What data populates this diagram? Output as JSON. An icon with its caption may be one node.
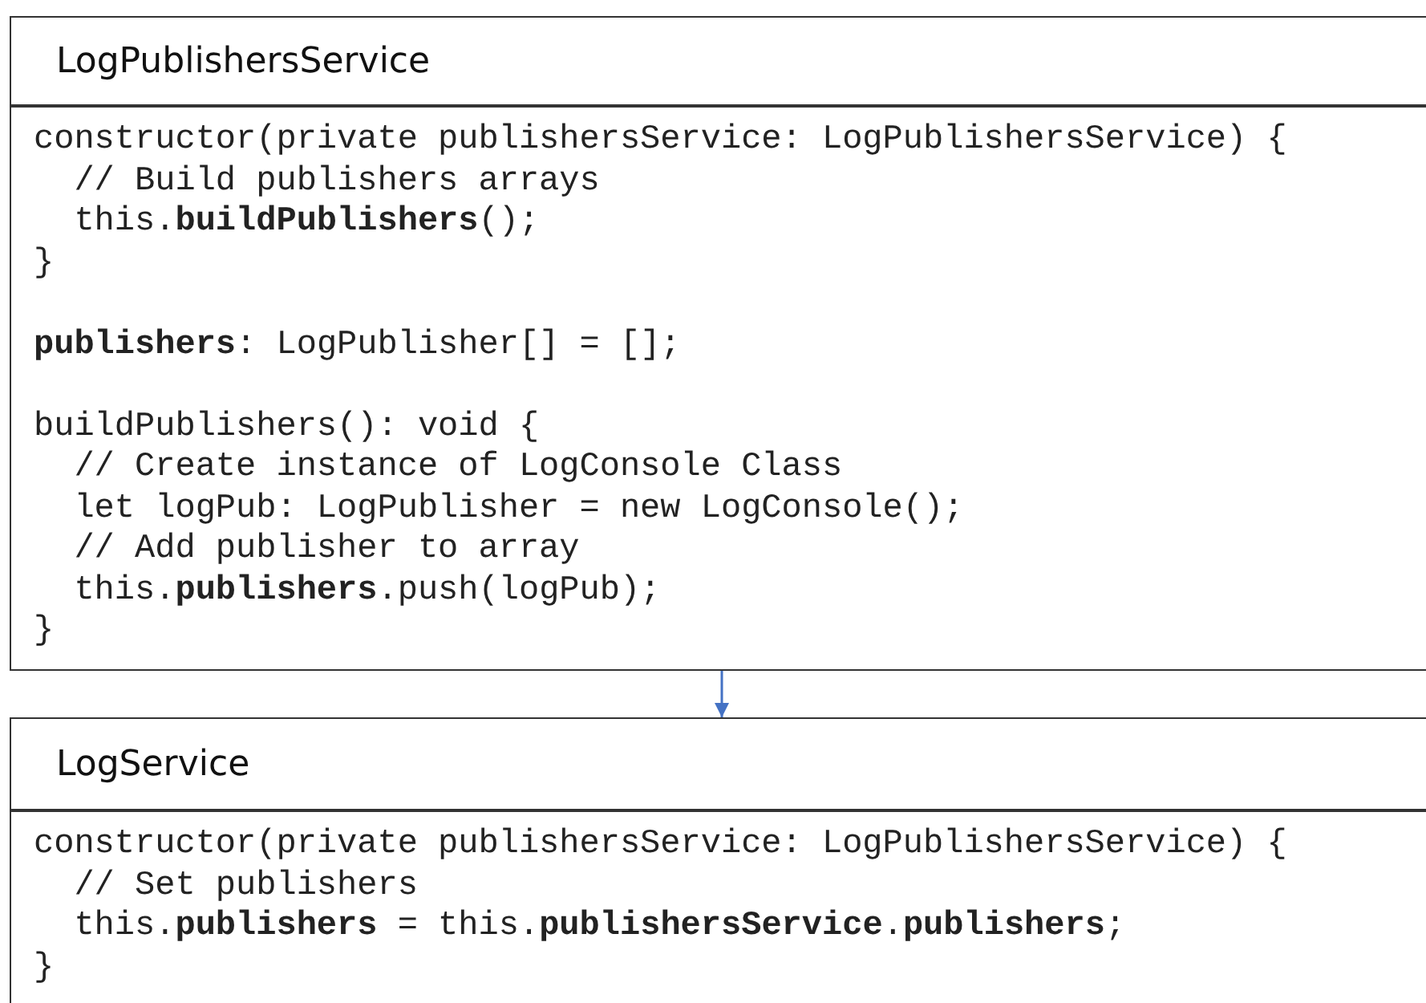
{
  "diagram": {
    "nodes": [
      {
        "text": [
          "LogPublishersService"
        ]
      },
      {
        "text": [
          "constructor(private publishersService: LogPublishersService) {",
          "  // Build publishers arrays",
          "  this.**buildPublishers**();",
          "}",
          "**publishers**: LogPublisher[] = [];",
          "buildPublishers(): void {",
          "  // Create instance of LogConsole Class",
          "  let logPub: LogPublisher = new LogConsole();",
          "  // Add publisher to array",
          "  this.**publishers**.push(logPub);",
          "}"
        ]
      },
      {
        "text": [
          "LogService"
        ]
      },
      {
        "text": [
          "constructor(private publishersService: LogPublishersService) {",
          "  // Set publishers",
          "  this.**publishers** = this.**publishersService**.**publishers**;",
          "}"
        ]
      }
    ],
    "edges": [
      {
        "from": 1,
        "to": 2,
        "arrow": "to",
        "color": "#4472c4"
      }
    ]
  }
}
